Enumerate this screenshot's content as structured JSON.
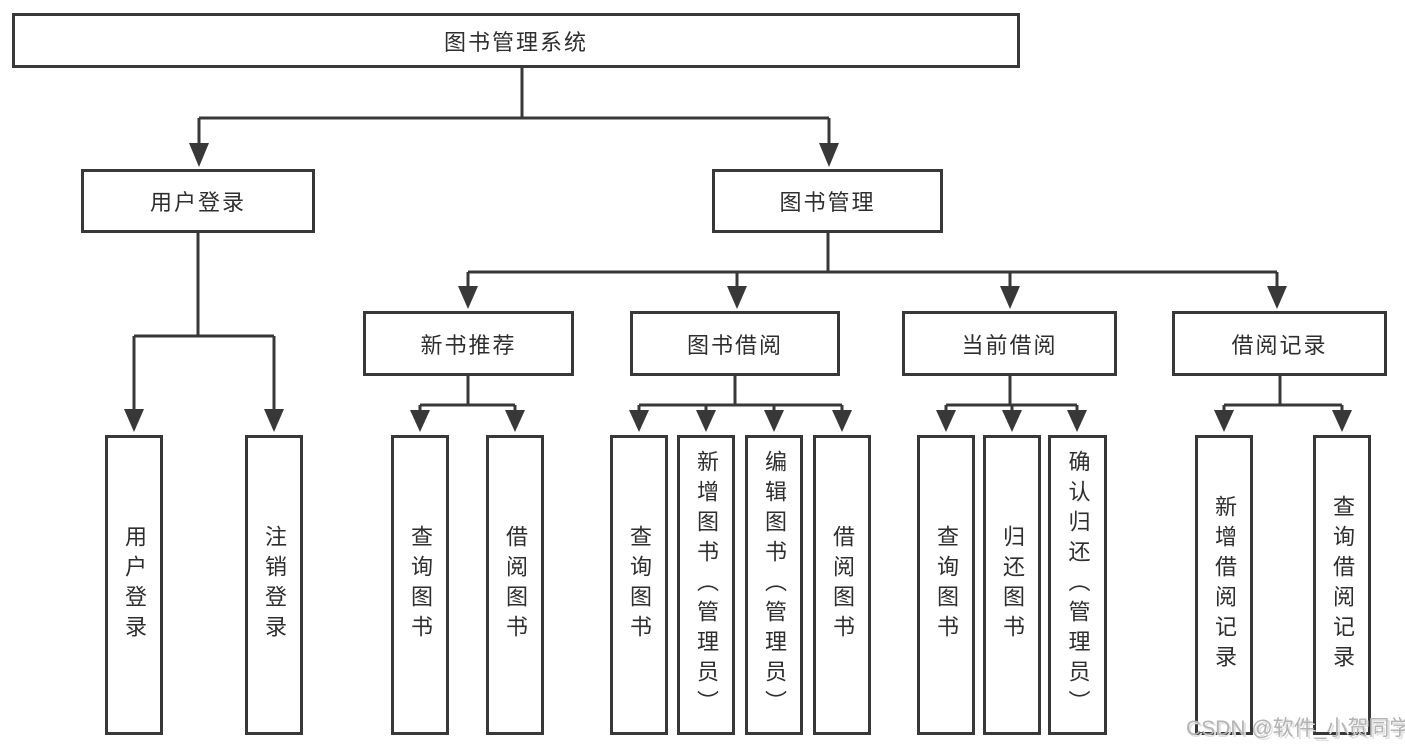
{
  "diagram": {
    "root": {
      "label": "图书管理系统"
    },
    "level2": [
      {
        "label": "用户登录"
      },
      {
        "label": "图书管理"
      }
    ],
    "level3": [
      {
        "label": "新书推荐"
      },
      {
        "label": "图书借阅"
      },
      {
        "label": "当前借阅"
      },
      {
        "label": "借阅记录"
      }
    ],
    "leaves": {
      "user_login": [
        "用户登录",
        "注销登录"
      ],
      "new_book": [
        "查询图书",
        "借阅图书"
      ],
      "book_borrow": [
        "查询图书",
        "新增图书（管理员）",
        "编辑图书（管理员）",
        "借阅图书"
      ],
      "current_borrow": [
        "查询图书",
        "归还图书",
        "确认归还（管理员）"
      ],
      "borrow_record": [
        "新增借阅记录",
        "查询借阅记录"
      ]
    }
  },
  "watermark": {
    "text": "CSDN @软件_小贺同学",
    "color": "#b3b3b3"
  },
  "colors": {
    "line": "#383838",
    "box_border": "#383838",
    "text": "#2e2e2e",
    "background": "#ffffff"
  }
}
